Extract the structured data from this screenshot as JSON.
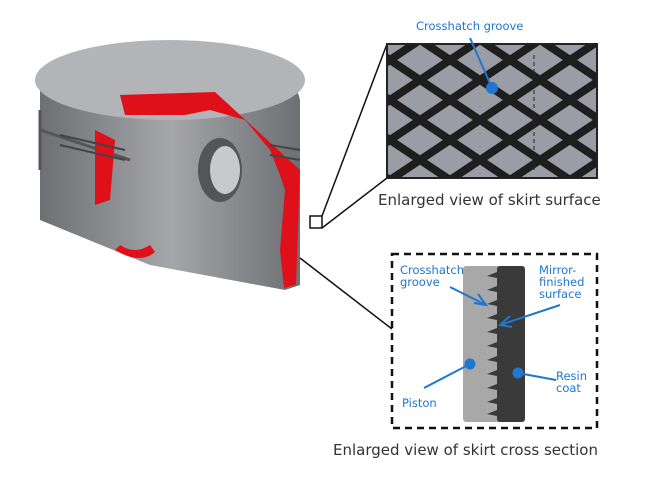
{
  "surface_view": {
    "callout": "Crosshatch groove",
    "caption": "Enlarged view of skirt surface"
  },
  "cross_section": {
    "labels": {
      "crosshatch_groove": "Crosshatch\ngroove",
      "mirror_finished": "Mirror-\nfinished\nsurface",
      "piston": "Piston",
      "resin_coat": "Resin\ncoat"
    },
    "caption": "Enlarged view of skirt cross section"
  },
  "colors": {
    "accent": "#1f77d0",
    "section": "#e0101a",
    "piston": "#8a8c90",
    "coat": "#3a3a3a"
  }
}
